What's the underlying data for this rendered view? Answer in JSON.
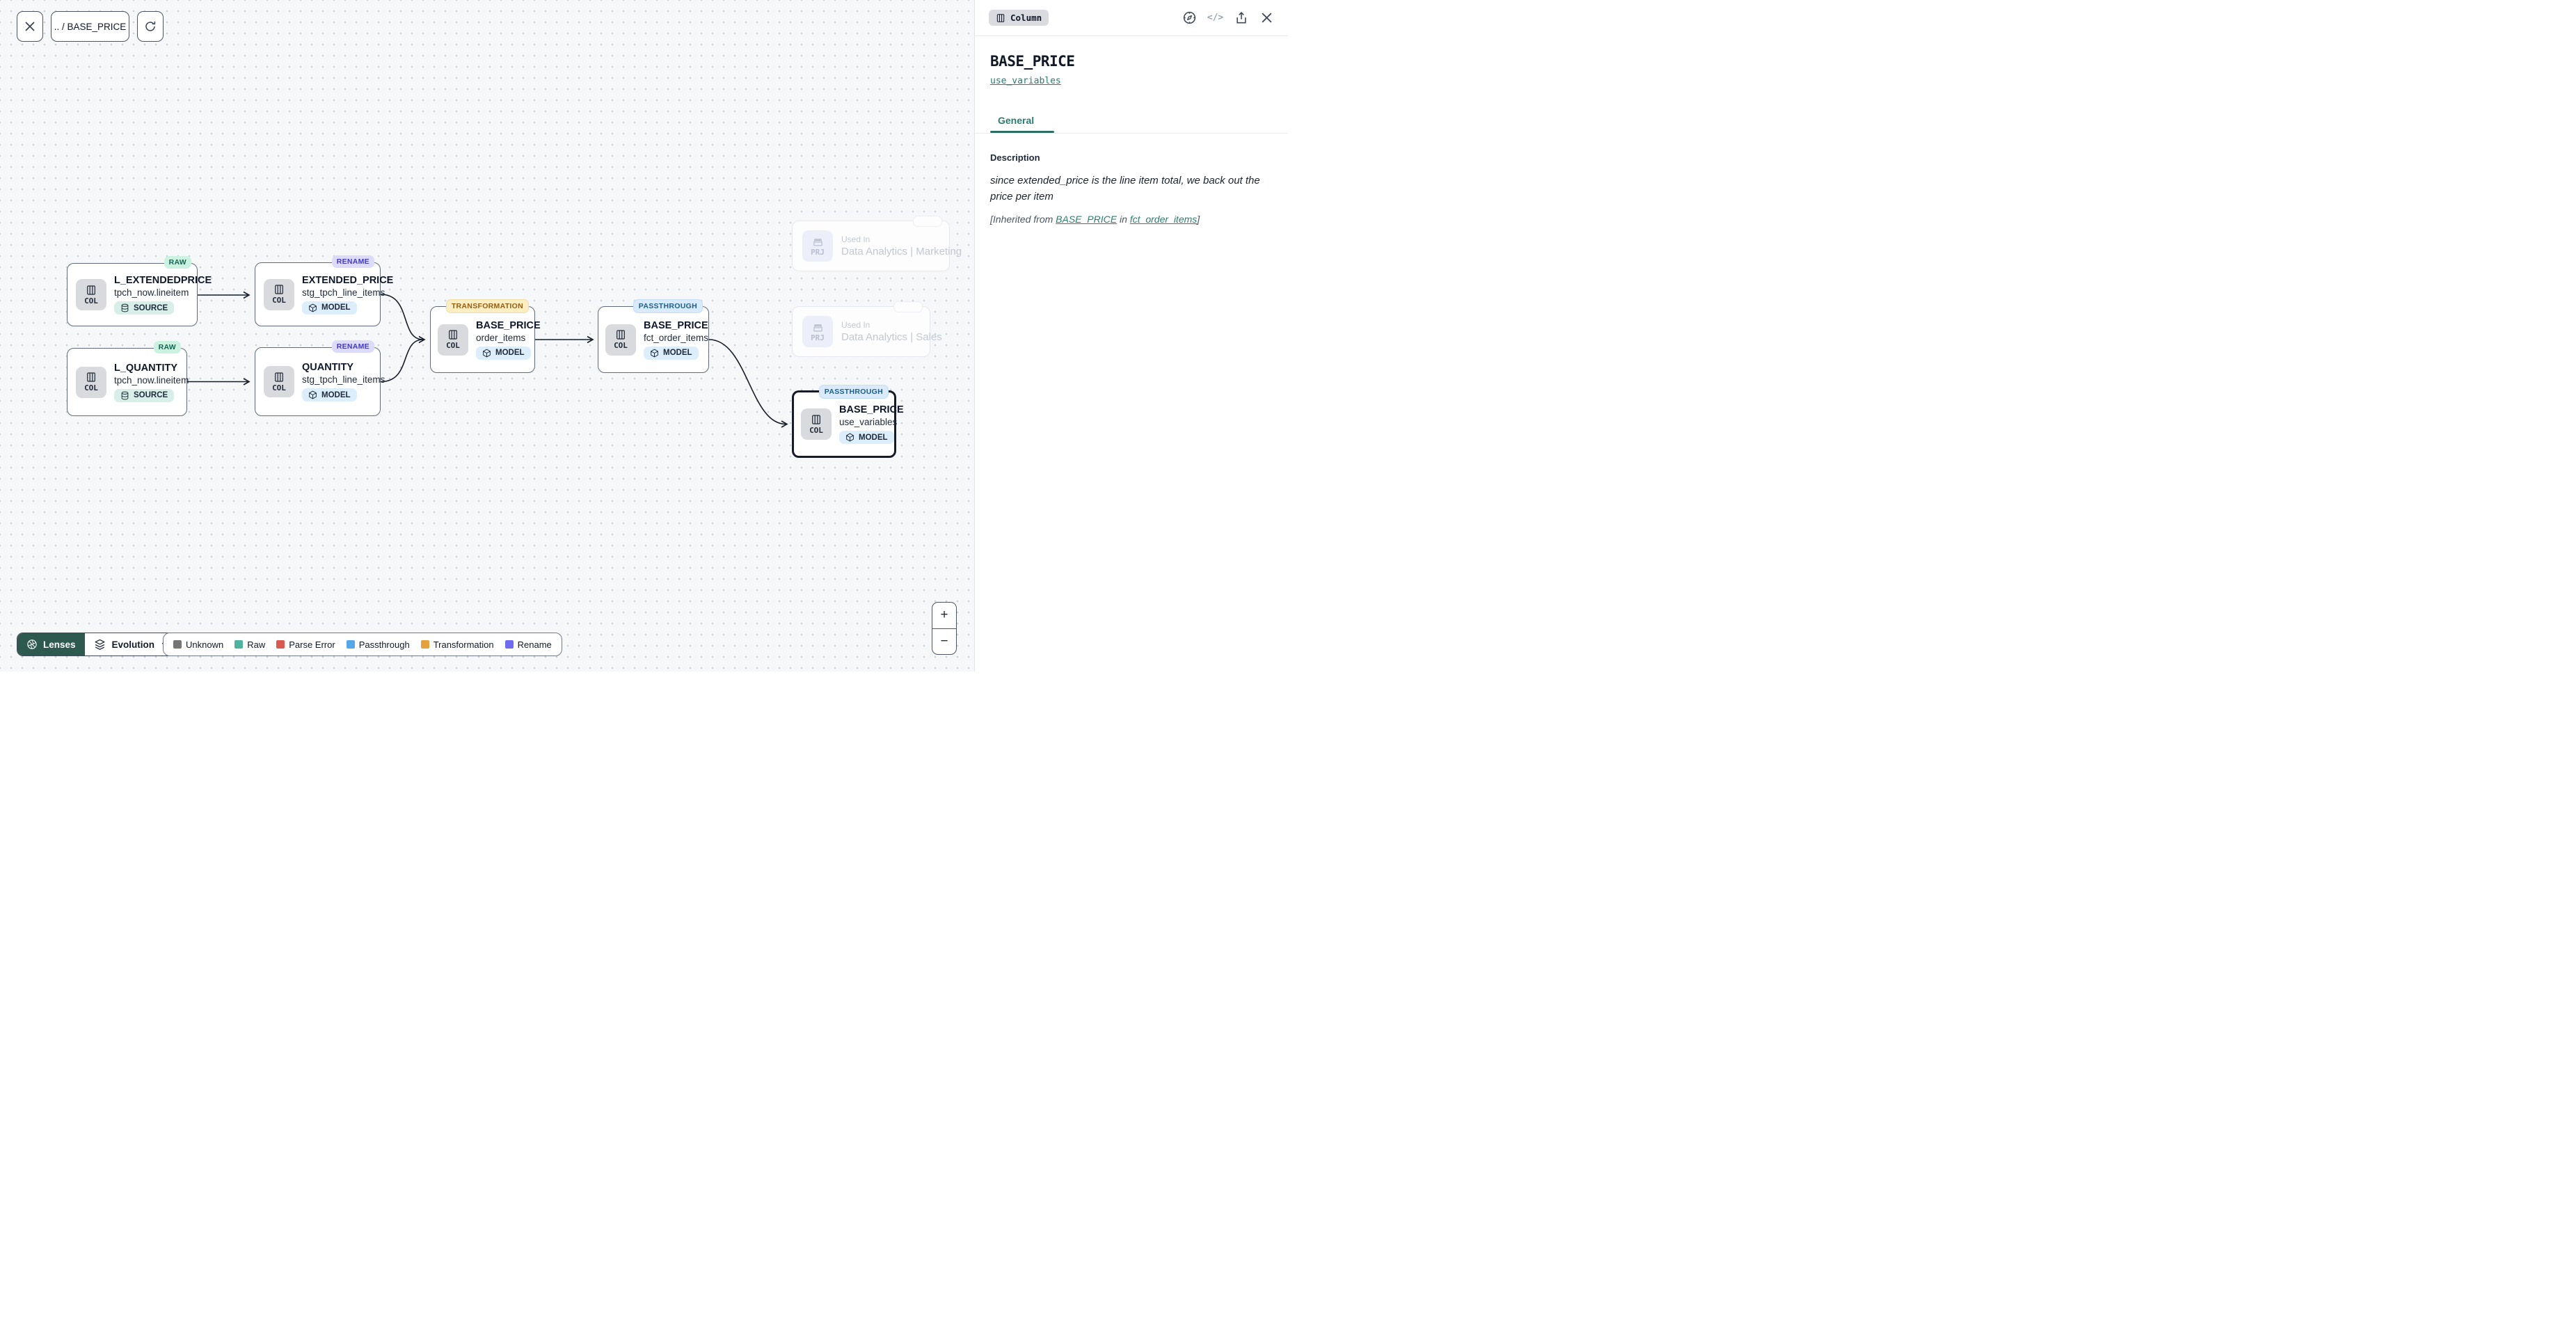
{
  "toolbar": {
    "breadcrumb": ".. / BASE_PRICE"
  },
  "panel": {
    "type_badge": "Column",
    "title": "BASE_PRICE",
    "subtitle_link": "use_variables",
    "tab_general": "General",
    "description_label": "Description",
    "description_text": "since extended_price is the line item total, we back out the price per item",
    "inherited": {
      "prefix": "[Inherited from ",
      "link_column": "BASE_PRICE",
      "middle": " in ",
      "link_model": "fct_order_items",
      "suffix": "]"
    }
  },
  "graph": {
    "nodes": [
      {
        "badge": "RAW",
        "title": "L_EXTENDEDPRICE",
        "subtitle": "tpch_now.lineitem",
        "kind": "SOURCE",
        "type_label": "COL"
      },
      {
        "badge": "RENAME",
        "title": "EXTENDED_PRICE",
        "subtitle": "stg_tpch_line_items",
        "kind": "MODEL",
        "type_label": "COL"
      },
      {
        "badge": "RAW",
        "title": "L_QUANTITY",
        "subtitle": "tpch_now.lineitem",
        "kind": "SOURCE",
        "type_label": "COL"
      },
      {
        "badge": "RENAME",
        "title": "QUANTITY",
        "subtitle": "stg_tpch_line_items",
        "kind": "MODEL",
        "type_label": "COL"
      },
      {
        "badge": "TRANSFORMATION",
        "title": "BASE_PRICE",
        "subtitle": "order_items",
        "kind": "MODEL",
        "type_label": "COL"
      },
      {
        "badge": "PASSTHROUGH",
        "title": "BASE_PRICE",
        "subtitle": "fct_order_items",
        "kind": "MODEL",
        "type_label": "COL"
      },
      {
        "badge": "PASSTHROUGH",
        "title": "BASE_PRICE",
        "subtitle": "use_variables",
        "kind": "MODEL",
        "type_label": "COL"
      }
    ],
    "ghost_cards": [
      {
        "label": "Used In",
        "name": "Data Analytics | Marketing",
        "type_label": "PRJ"
      },
      {
        "label": "Used In",
        "name": "Data Analytics | Sales",
        "type_label": "PRJ"
      }
    ]
  },
  "footer": {
    "lenses_label": "Lenses",
    "lens_selected": "Evolution",
    "legend": [
      {
        "label": "Unknown",
        "color": "#757575"
      },
      {
        "label": "Raw",
        "color": "#4fb3a0"
      },
      {
        "label": "Parse Error",
        "color": "#d95b50"
      },
      {
        "label": "Passthrough",
        "color": "#55a8e8"
      },
      {
        "label": "Transformation",
        "color": "#e5a23c"
      },
      {
        "label": "Rename",
        "color": "#6f6bee"
      }
    ]
  },
  "zoom_controls": {
    "zoom_in": "+",
    "zoom_out": "−"
  },
  "theme": {
    "accent_teal": "#2a7d72",
    "lenses_bg": "#2e594e"
  }
}
